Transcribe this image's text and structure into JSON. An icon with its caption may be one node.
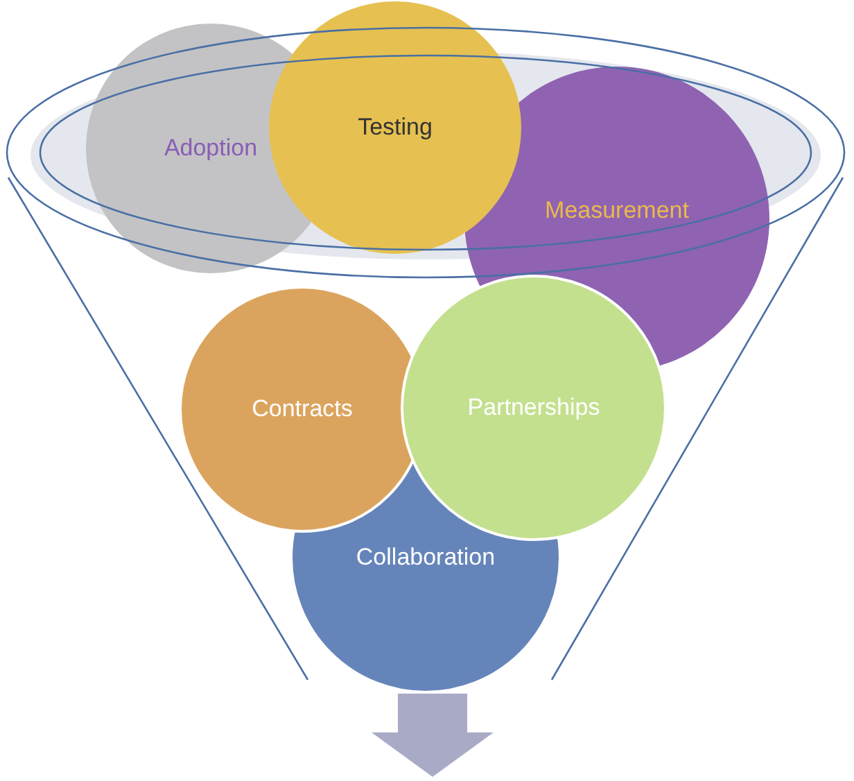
{
  "diagram": {
    "nodes": [
      {
        "text": [
          "Adoption"
        ]
      },
      {
        "text": [
          "Testing"
        ]
      },
      {
        "text": [
          "Measurement"
        ]
      },
      {
        "text": [
          "Contracts"
        ]
      },
      {
        "text": [
          "Partnerships"
        ]
      },
      {
        "text": [
          "Collaboration"
        ]
      }
    ]
  }
}
